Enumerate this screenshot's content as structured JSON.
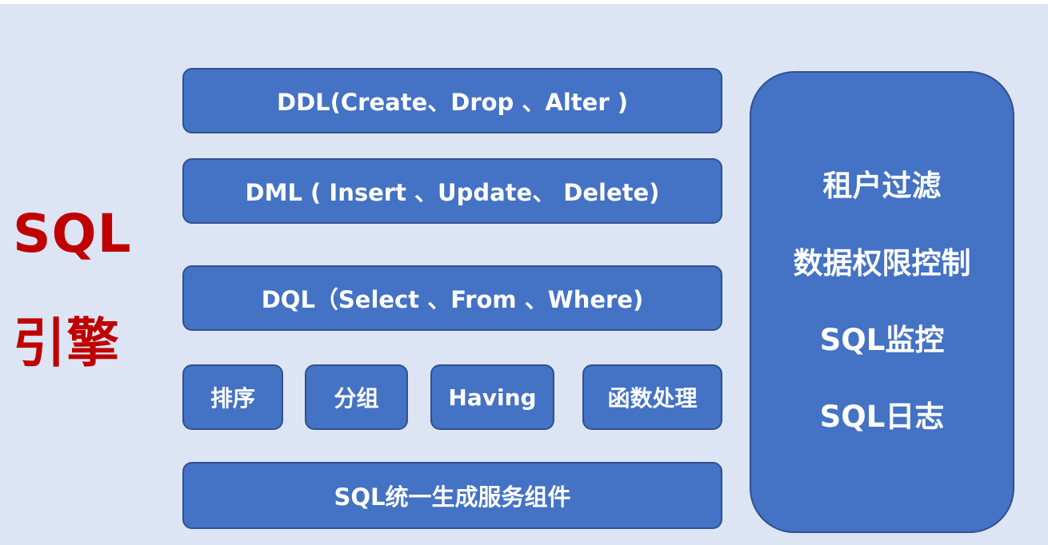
{
  "title": {
    "line1": "SQL",
    "line2": "引擎"
  },
  "layers": {
    "ddl": "DDL(Create、Drop 、Alter )",
    "dml": "DML ( Insert 、Update、 Delete)",
    "dql": "DQL（Select 、From 、Where)",
    "functions": [
      "排序",
      "分组",
      "Having",
      "函数处理"
    ],
    "generator": "SQL统一生成服务组件"
  },
  "side_panel": {
    "items": [
      "租户过滤",
      "数据权限控制",
      "SQL监控",
      "SQL日志"
    ]
  },
  "colors": {
    "background": "#dde5f4",
    "box_fill": "#4472c4",
    "box_border": "#2f528f",
    "title": "#c00000",
    "text": "#ffffff"
  }
}
